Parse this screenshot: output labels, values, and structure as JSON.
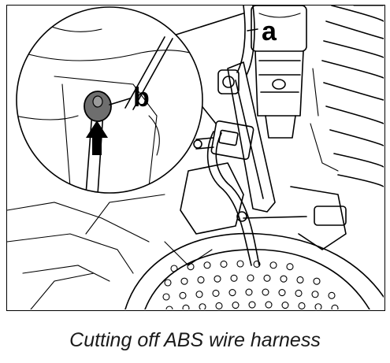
{
  "caption": "Cutting off ABS wire harness",
  "callouts": {
    "a": "a",
    "b": "b"
  },
  "colors": {
    "line": "#000000",
    "connector_fill": "#6e6e6e",
    "background": "#ffffff"
  },
  "icons": {
    "indicator": "up-arrow-icon"
  }
}
